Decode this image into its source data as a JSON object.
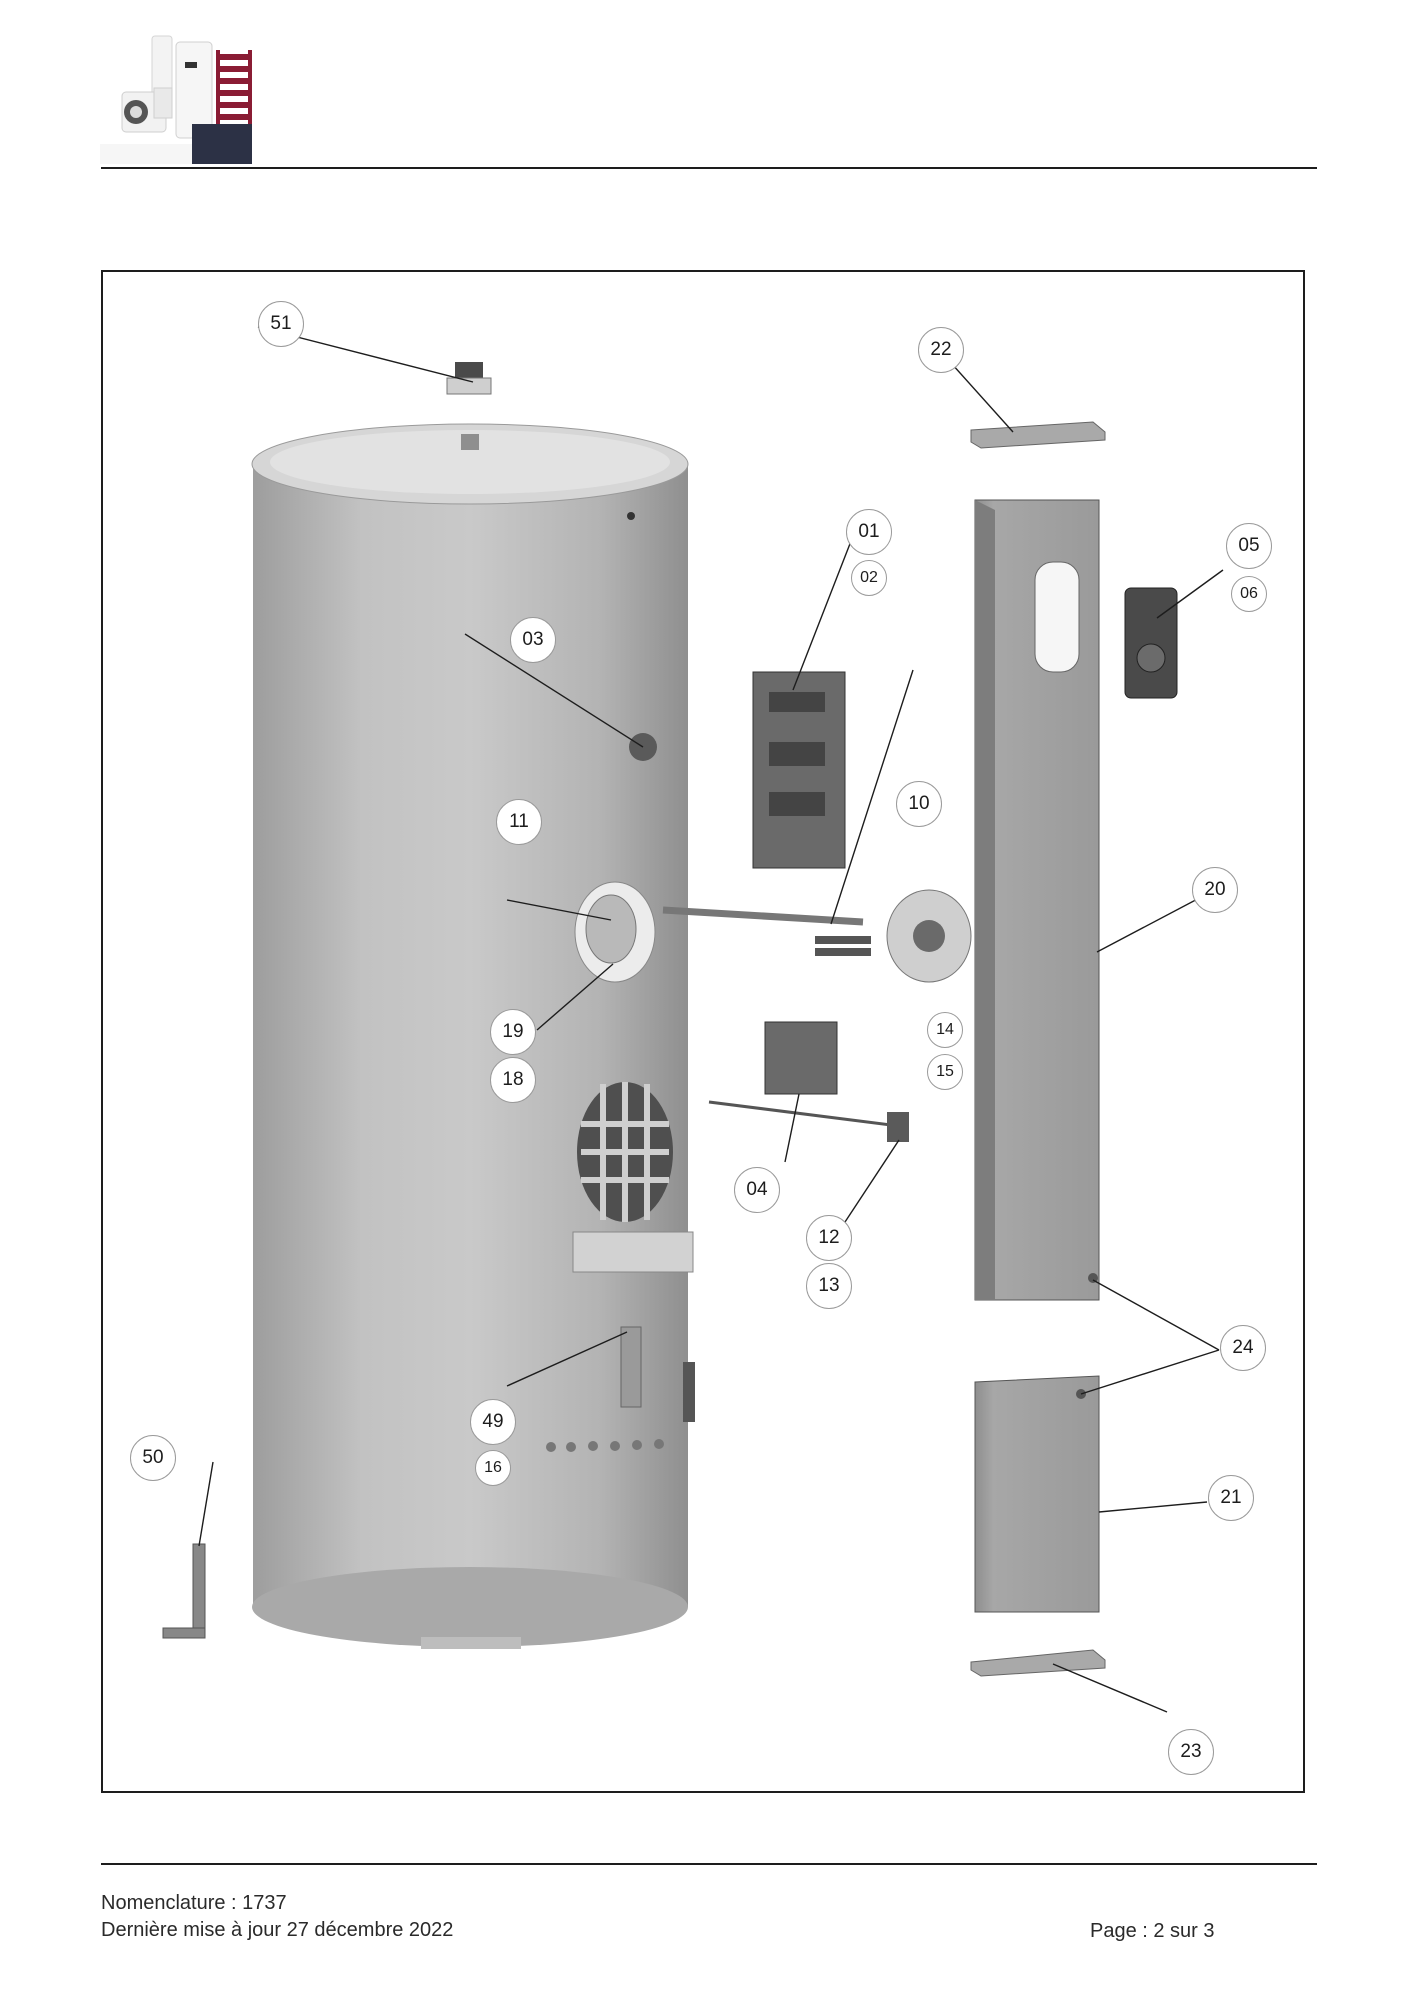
{
  "footer": {
    "nomenclature": "Nomenclature : 1737",
    "updated": "Dernière mise à jour 27 décembre 2022",
    "page": "Page : 2 sur 3"
  },
  "callouts": [
    "51",
    "22",
    "01",
    "02",
    "05",
    "06",
    "03",
    "11",
    "10",
    "20",
    "19",
    "18",
    "14",
    "15",
    "04",
    "12",
    "13",
    "24",
    "49",
    "16",
    "50",
    "21",
    "23"
  ]
}
